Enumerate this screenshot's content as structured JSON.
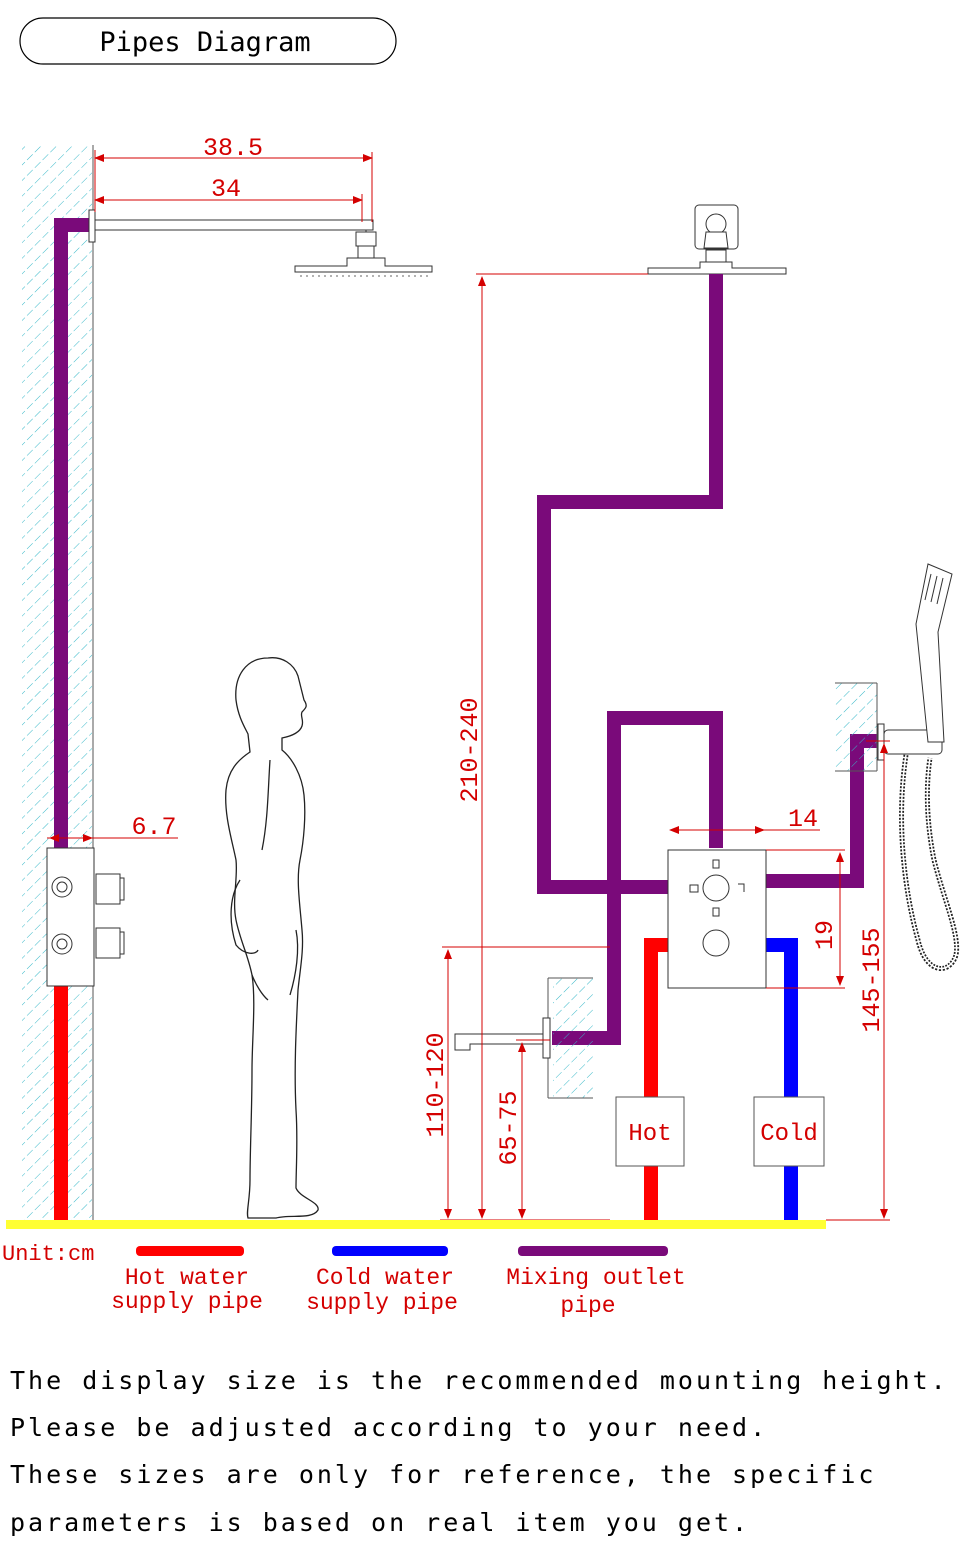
{
  "title": "Pipes Diagram",
  "dimensions": {
    "arm_outer": "38.5",
    "arm_inner": "34",
    "wall_gap": "6.7",
    "valve_width": "14",
    "head_height": "210-240",
    "valve_gap": "19",
    "hand_height": "145-155",
    "valve_height": "110-120",
    "spout_height": "65-75"
  },
  "labels": {
    "hot": "Hot",
    "cold": "Cold",
    "unit": "Unit:cm"
  },
  "legend": [
    {
      "line1": "Hot water",
      "line2": "supply pipe",
      "color": "#ff0000"
    },
    {
      "line1": "Cold water",
      "line2": "supply pipe",
      "color": "#0000ff"
    },
    {
      "line1": "Mixing outlet",
      "line2": "pipe",
      "color": "#7a0a7a"
    }
  ],
  "colors": {
    "hot": "#ff0000",
    "cold": "#0000ff",
    "mixing": "#7a0a7a",
    "floor": "#ffff33",
    "dimension": "#d40000",
    "wall_hatch": "#39b9c9"
  },
  "notes": [
    "The display size is the recommended mounting height.",
    "Please be adjusted according to your need.",
    "These sizes are only for reference, the specific",
    "parameters is based on real item you get."
  ]
}
